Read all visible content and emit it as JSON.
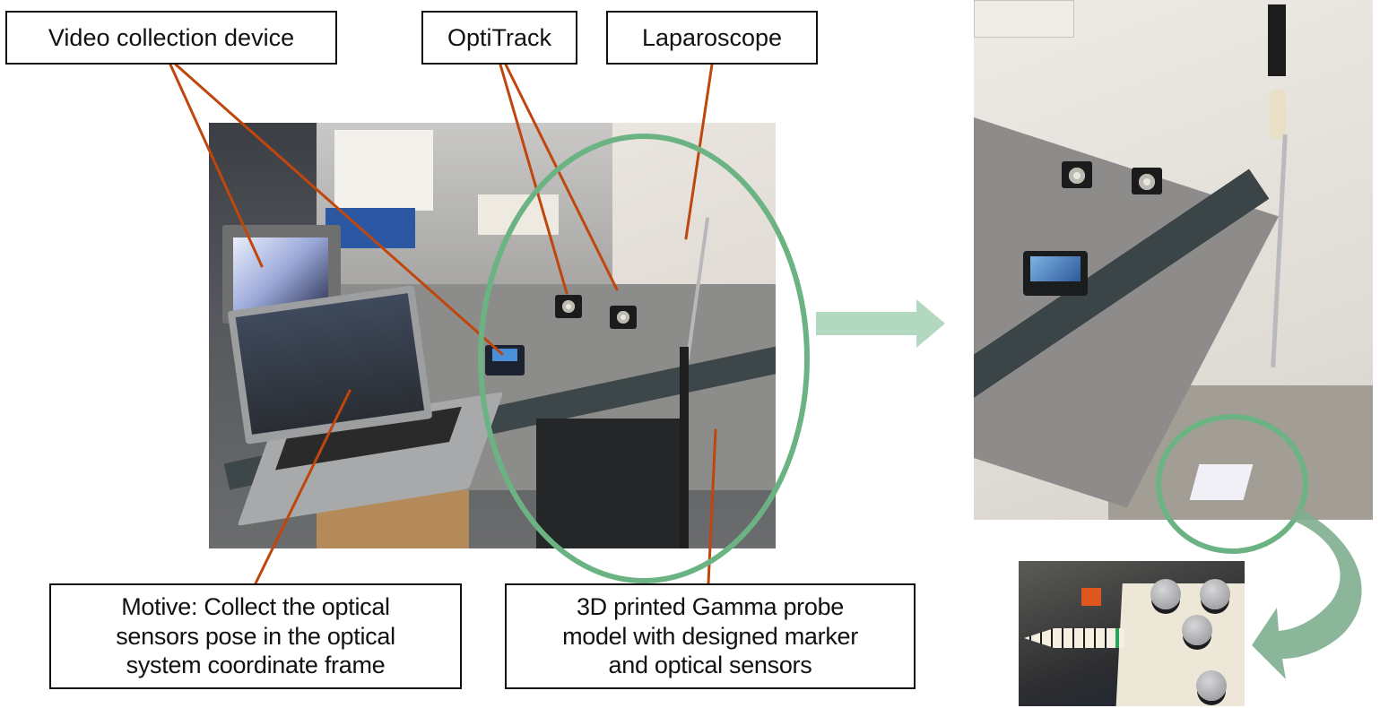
{
  "figure": {
    "labels": {
      "video_device": "Video collection device",
      "optitrack": "OptiTrack",
      "laparoscope": "Laparoscope",
      "motive": [
        "Motive: Collect the optical",
        "sensors pose in the optical",
        "system coordinate frame"
      ],
      "probe": [
        "3D printed Gamma probe",
        "model with designed marker",
        "and optical sensors"
      ]
    },
    "photos": {
      "main": "lab-setup-overview-photo",
      "right": "laparoscope-and-probe-closeup-photo",
      "inset": "gamma-probe-marker-detail-photo"
    },
    "colors": {
      "leader_line": "#c0460d",
      "highlight_circle": "#6cb384",
      "flow_arrow": "#b2d9bf",
      "curved_arrow": "#7fae8e",
      "box_border": "#111111"
    }
  }
}
